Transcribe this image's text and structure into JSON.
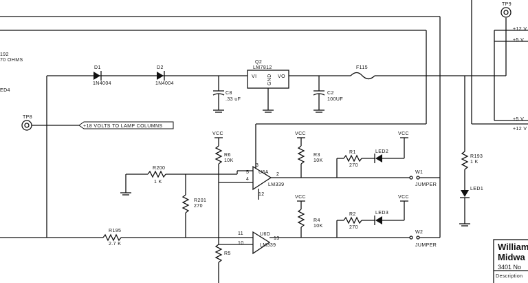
{
  "labels": {
    "r192_ref": "192",
    "r192_val": "70 OHMS",
    "led4_ref": "ED4",
    "tp8_ref": "TP8",
    "tp9_ref": "TP9",
    "d1_ref": "D1",
    "d1_val": "1N4004",
    "d2_ref": "D2",
    "d2_val": "1N4004",
    "q2_ref": "Q2",
    "q2_val": "LM7812",
    "q2_vi": "VI",
    "q2_vo": "VO",
    "q2_gnd": "GND",
    "f115_ref": "F115",
    "c8_ref": "C8",
    "c8_val": ".33 uF",
    "c2_ref": "C2",
    "c2_val": "100UF",
    "lamp_columns": "+18 VOLTS TO LAMP COLUMNS",
    "vcc1": "VCC",
    "vcc2": "VCC",
    "vcc3": "VCC",
    "vcc4": "VCC",
    "vcc5": "VCC",
    "r6_ref": "R6",
    "r6_val": "10K",
    "r3_ref": "R3",
    "r3_val": "10K",
    "r4_ref": "R4",
    "r4_val": "10K",
    "r5_ref": "R5",
    "r200_ref": "R200",
    "r200_val": "1 K",
    "r201_ref": "R201",
    "r201_val": "270",
    "r195_ref": "R195",
    "r195_val": "2.7 K",
    "r193_ref": "R193",
    "r193_val": "1 K",
    "r1_ref": "R1",
    "r1_val": "270",
    "r2_ref": "R2",
    "r2_val": "270",
    "led1_ref": "LED1",
    "led2_ref": "LED2",
    "led3_ref": "LED3",
    "u6a_ref": "U6A",
    "u6a_val": "LM339",
    "u6d_ref": "U6D",
    "u6d_val": "LM339",
    "pin3": "3",
    "pin4": "4",
    "pin5": "5",
    "pin2": "2",
    "pin11": "11",
    "pin10": "10",
    "pin13": "13",
    "pin12": "12",
    "w1_ref": "W1",
    "w2_ref": "W2",
    "jumper1": "JUMPER",
    "jumper2": "JUMPER",
    "p12v_a": "+12 V",
    "p5v_a": "+5 V",
    "p5v_b": "+5 V",
    "p12v_b": "+12 V",
    "title_1": "William",
    "title_2": "Midwa",
    "title_3": "3401 No",
    "title_4": "Description"
  }
}
